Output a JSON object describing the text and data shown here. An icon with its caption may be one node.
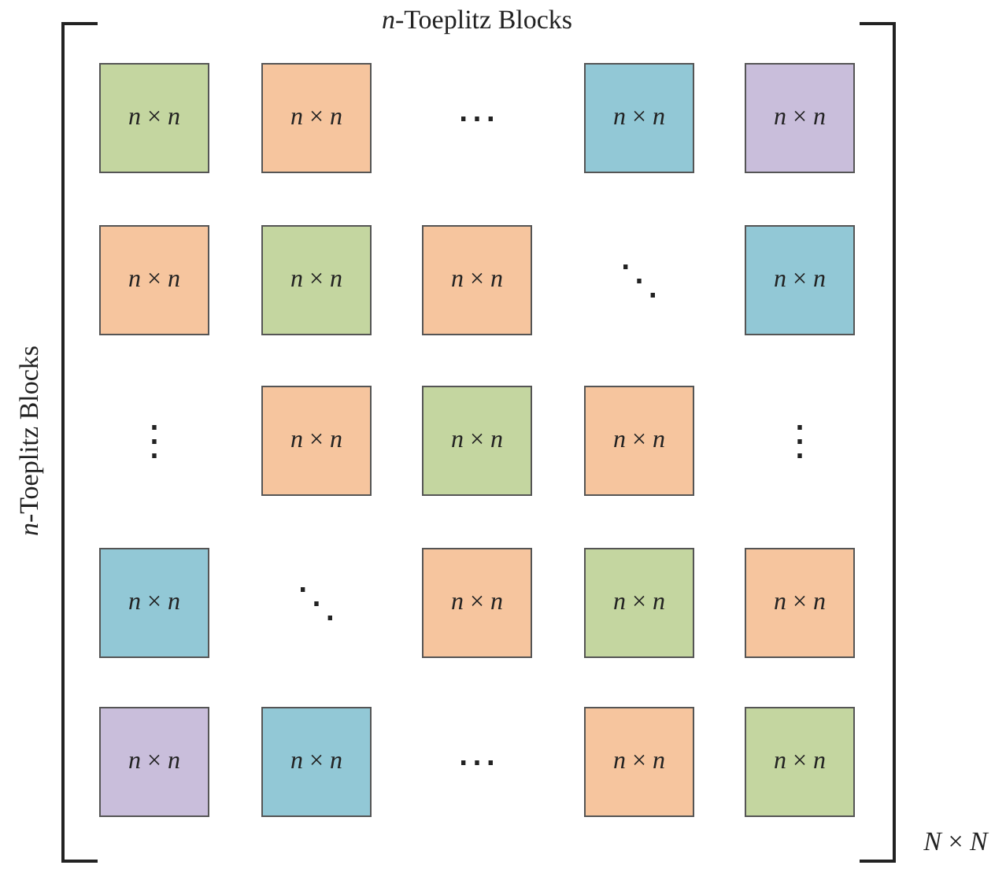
{
  "diagram": {
    "nodes": [
      {
        "text": [
          "*n* × *n*"
        ]
      },
      {
        "text": [
          "*n* × *n*"
        ]
      },
      {
        "text": [
          "*n* × *n*"
        ]
      },
      {
        "text": [
          "*n* × *n*"
        ]
      },
      {
        "text": [
          "*n* × *n*"
        ]
      },
      {
        "text": [
          "*n* × *n*"
        ]
      },
      {
        "text": [
          "*n* × *n*"
        ]
      },
      {
        "text": [
          "*n* × *n*"
        ]
      },
      {
        "text": [
          "*n* × *n*"
        ]
      },
      {
        "text": [
          "*n* × *n*"
        ]
      },
      {
        "text": [
          "*n* × *n*"
        ]
      },
      {
        "text": [
          "*n* × *n*"
        ]
      },
      {
        "text": [
          "*n* × *n*"
        ]
      },
      {
        "text": [
          "*n* × *n*"
        ]
      },
      {
        "text": [
          "*n* × *n*"
        ]
      },
      {
        "text": [
          "*n* × *n*"
        ]
      },
      {
        "text": [
          "*n* × *n*"
        ]
      },
      {
        "text": [
          "*n* × *n*"
        ]
      },
      {
        "text": [
          "*n* × *n*"
        ]
      }
    ],
    "edges": [],
    "labels": [
      "*n*-Toeplitz Blocks",
      "⋯",
      "*n*-Toeplitz Blocks",
      "⋱",
      "⋮",
      "⋮",
      "⋱",
      "⋯",
      "*N* × *N*"
    ]
  }
}
